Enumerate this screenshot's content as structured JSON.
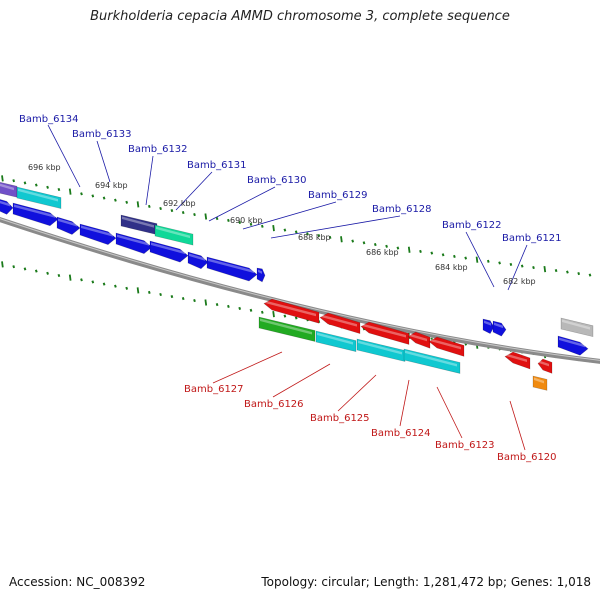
{
  "header": {
    "title": "Burkholderia cepacia AMMD chromosome 3, complete sequence"
  },
  "footer": {
    "accession": "Accession: NC_008392",
    "summary": "Topology: circular; Length: 1,281,472 bp; Genes: 1,018"
  },
  "colors": {
    "backbone": "#8a8a8a",
    "tick": "#1a7a1a",
    "kbp_label": "#333333",
    "upper_label": "#1a1aa6",
    "lower_label": "#c01818",
    "gene_blue": "#1010dd",
    "gene_red": "#e01010",
    "gene_cyan": "#10c8d0",
    "gene_green": "#22aa22",
    "gene_mint": "#10d898",
    "gene_purple": "#7050c8",
    "gene_navy": "#303088",
    "gene_orange": "#f08a10",
    "gene_gray": "#b8b8b8"
  },
  "ruler": {
    "kbp_labels": [
      "696 kbp",
      "694 kbp",
      "692 kbp",
      "690 kbp",
      "688 kbp",
      "686 kbp",
      "684 kbp",
      "682 kbp"
    ]
  },
  "gene_labels": {
    "upper": [
      "Bamb_6134",
      "Bamb_6133",
      "Bamb_6132",
      "Bamb_6131",
      "Bamb_6130",
      "Bamb_6129",
      "Bamb_6128",
      "Bamb_6122",
      "Bamb_6121"
    ],
    "lower": [
      "Bamb_6127",
      "Bamb_6126",
      "Bamb_6125",
      "Bamb_6124",
      "Bamb_6123",
      "Bamb_6120"
    ]
  }
}
